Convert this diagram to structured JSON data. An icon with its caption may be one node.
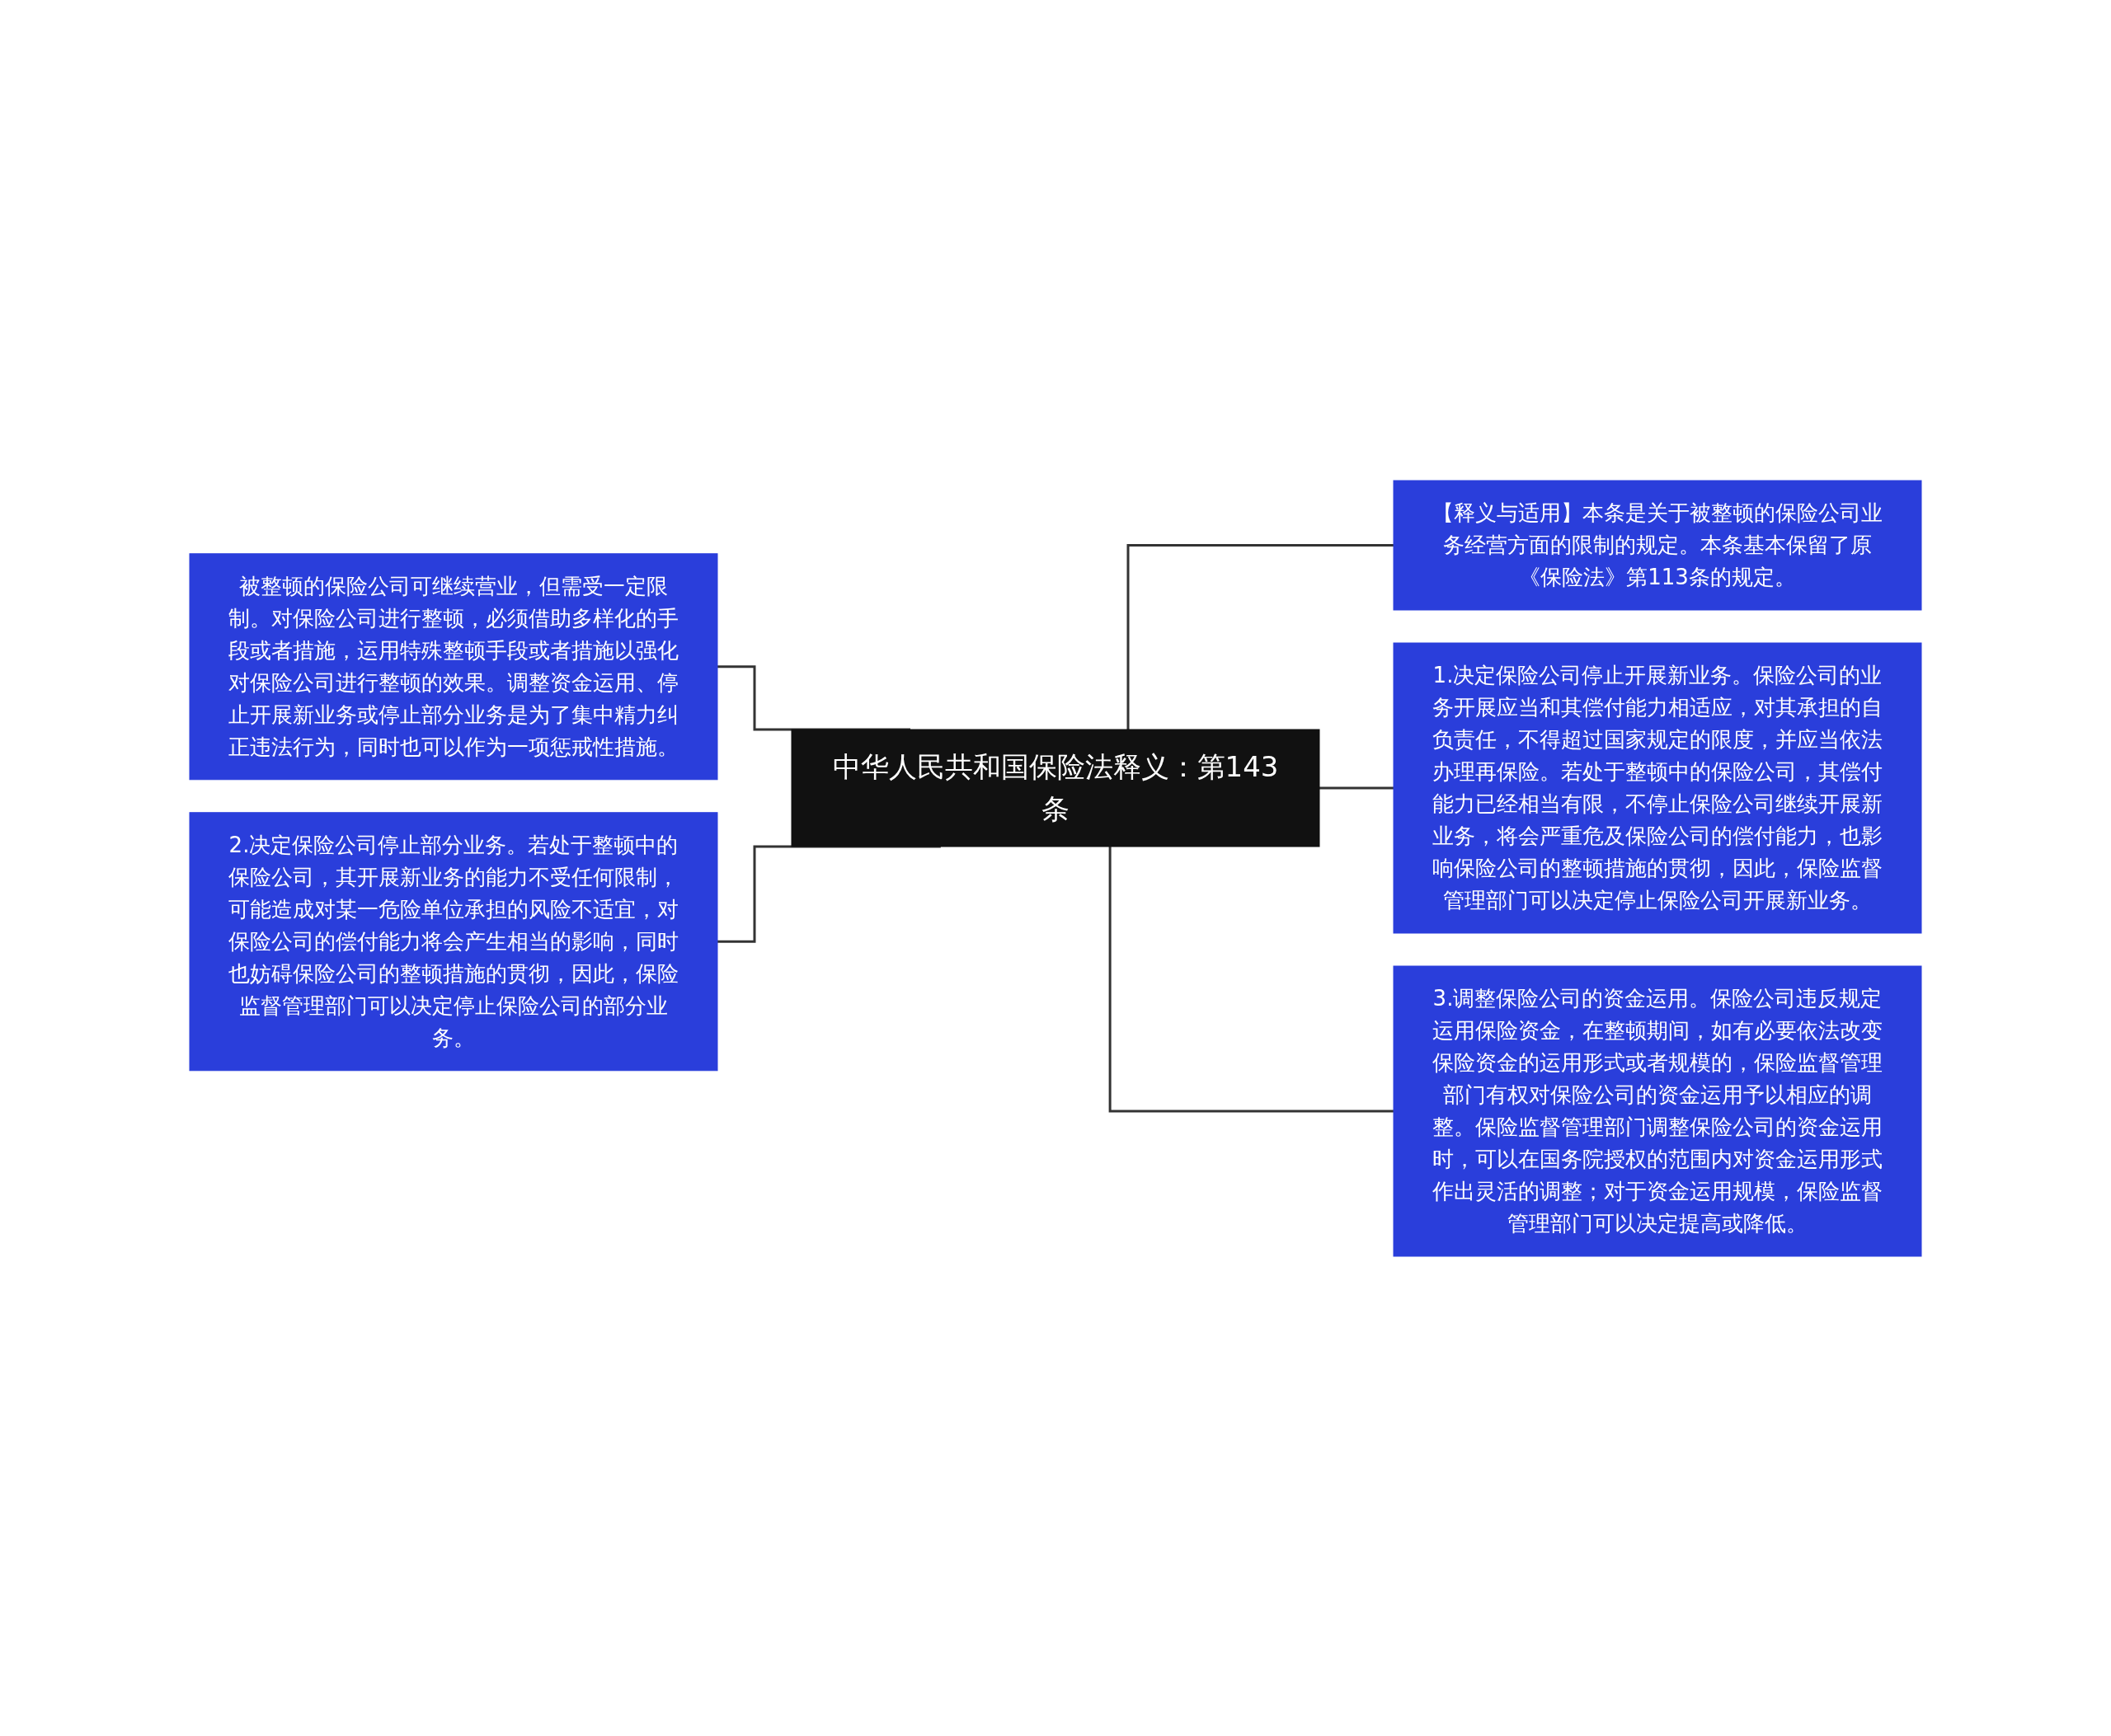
{
  "diagram": {
    "nodes": [
      {
        "text": [
          "中华人民共和国保险法释义：第143条"
        ]
      },
      {
        "text": [
          "被整顿的保险公司可继续营业，但需受一定限制。对保险公司进行整顿，必须借助多样化的手段或者措施，运用特殊整顿手段或者措施以强化对保险公司进行整顿的效果。调整资金运用、停止开展新业务或停止部分业务是为了集中精力纠正违法行为，同时也可以作为一项惩戒性措施。"
        ]
      },
      {
        "text": [
          "2.决定保险公司停止部分业务。若处于整顿中的保险公司，其开展新业务的能力不受任何限制，可能造成对某一危险单位承担的风险不适宜，对保险公司的偿付能力将会产生相当的影响，同时也妨碍保险公司的整顿措施的贯彻，因此，保险监督管理部门可以决定停止保险公司的部分业务。"
        ]
      },
      {
        "text": [
          "【释义与适用】本条是关于被整顿的保险公司业务经营方面的限制的规定。本条基本保留了原《保险法》第113条的规定。"
        ]
      },
      {
        "text": [
          "1.决定保险公司停止开展新业务。保险公司的业务开展应当和其偿付能力相适应，对其承担的自负责任，不得超过国家规定的限度，并应当依法办理再保险。若处于整顿中的保险公司，其偿付能力已经相当有限，不停止保险公司继续开展新业务，将会严重危及保险公司的偿付能力，也影响保险公司的整顿措施的贯彻，因此，保险监督管理部门可以决定停止保险公司开展新业务。"
        ]
      },
      {
        "text": [
          "3.调整保险公司的资金运用。保险公司违反规定运用保险资金，在整顿期间，如有必要依法改变保险资金的运用形式或者规模的，保险监督管理部门有权对保险公司的资金运用予以相应的调整。保险监督管理部门调整保险公司的资金运用时，可以在国务院授权的范围内对资金运用形式作出灵活的调整；对于资金运用规模，保险监督管理部门可以决定提高或降低。"
        ]
      }
    ],
    "edges": [
      {
        "from": 0,
        "to": 1,
        "arrow": "none"
      },
      {
        "from": 0,
        "to": 2,
        "arrow": "none"
      },
      {
        "from": 0,
        "to": 3,
        "arrow": "none"
      },
      {
        "from": 0,
        "to": 4,
        "arrow": "none"
      },
      {
        "from": 0,
        "to": 5,
        "arrow": "none"
      }
    ]
  }
}
